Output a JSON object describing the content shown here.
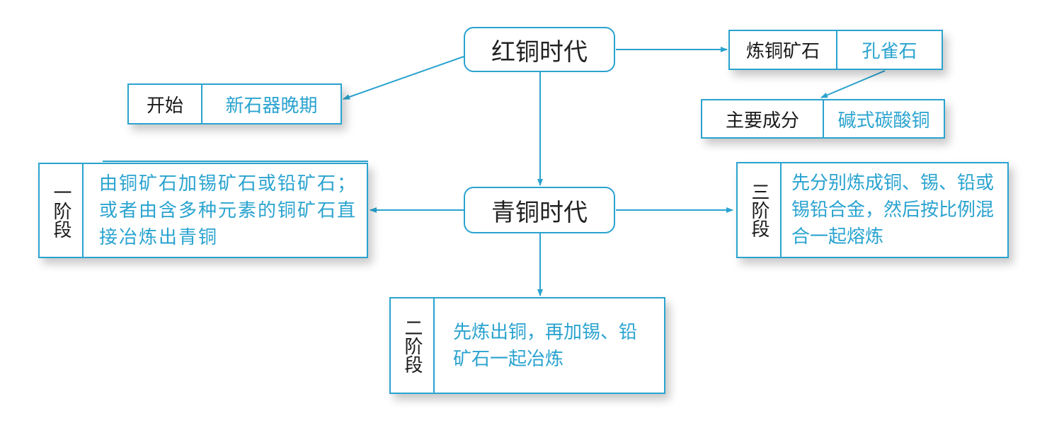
{
  "top": "红铜时代",
  "middle": "青铜时代",
  "start": {
    "label": "开始",
    "value": "新石器晚期"
  },
  "ore": {
    "label": "炼铜矿石",
    "value": "孔雀石"
  },
  "component": {
    "label": "主要成分",
    "value": "碱式碳酸铜"
  },
  "stage1": {
    "tag": "一阶段",
    "text": "由铜矿石加锡矿石或铅矿石；或者由含多种元素的铜矿石直接冶炼出青铜"
  },
  "stage2": {
    "tag": "二阶段",
    "text": "先炼出铜，再加锡、铅矿石一起冶炼"
  },
  "stage3": {
    "tag": "三阶段",
    "text": "先分别炼成铜、锡、铅或锡铅合金，然后按比例混合一起熔炼"
  },
  "colors": {
    "accent": "#2aa3cf",
    "text": "#1a1a1a"
  }
}
